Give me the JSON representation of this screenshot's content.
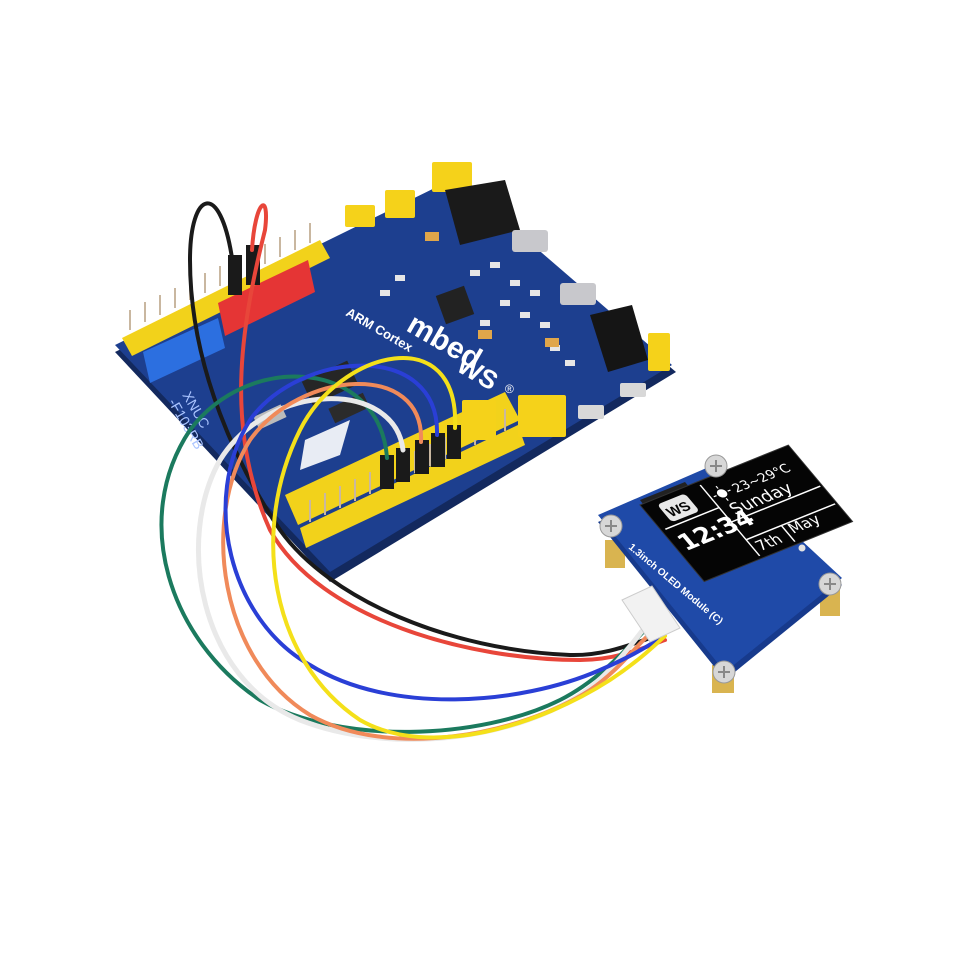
{
  "scene": {
    "description": "Product photo: ARM mbed development board (XNUCLEO-F103RB) wired to a 1.3inch OLED Module (C) via 7 jumper wires",
    "background_color": "#ffffff"
  },
  "board": {
    "color": "#1d3f8f",
    "labels": {
      "brand": "mbed",
      "subtitle": "ARM Cortex",
      "model_line1": "XNUC",
      "model_line2": "-F103RB",
      "logo": "WS",
      "registered": "®"
    }
  },
  "oled_module": {
    "pcb_color": "#1f4aa8",
    "pcb_label": "1.3inch OLED Module (C)",
    "screen": {
      "logo": "WS",
      "time": "12:34",
      "weather_icon": "sun-icon",
      "temperature": "23~29°C",
      "weekday": "Sunday",
      "month": "May",
      "day": "7th"
    },
    "pin_count": 7
  },
  "wires": [
    {
      "name": "red",
      "color": "#e8463a"
    },
    {
      "name": "black",
      "color": "#1a1a1a"
    },
    {
      "name": "blue",
      "color": "#2a3fd6"
    },
    {
      "name": "yellow",
      "color": "#f4e01a"
    },
    {
      "name": "orange",
      "color": "#f08a5a"
    },
    {
      "name": "green",
      "color": "#1b7a5e"
    },
    {
      "name": "white",
      "color": "#eeeeee"
    }
  ]
}
